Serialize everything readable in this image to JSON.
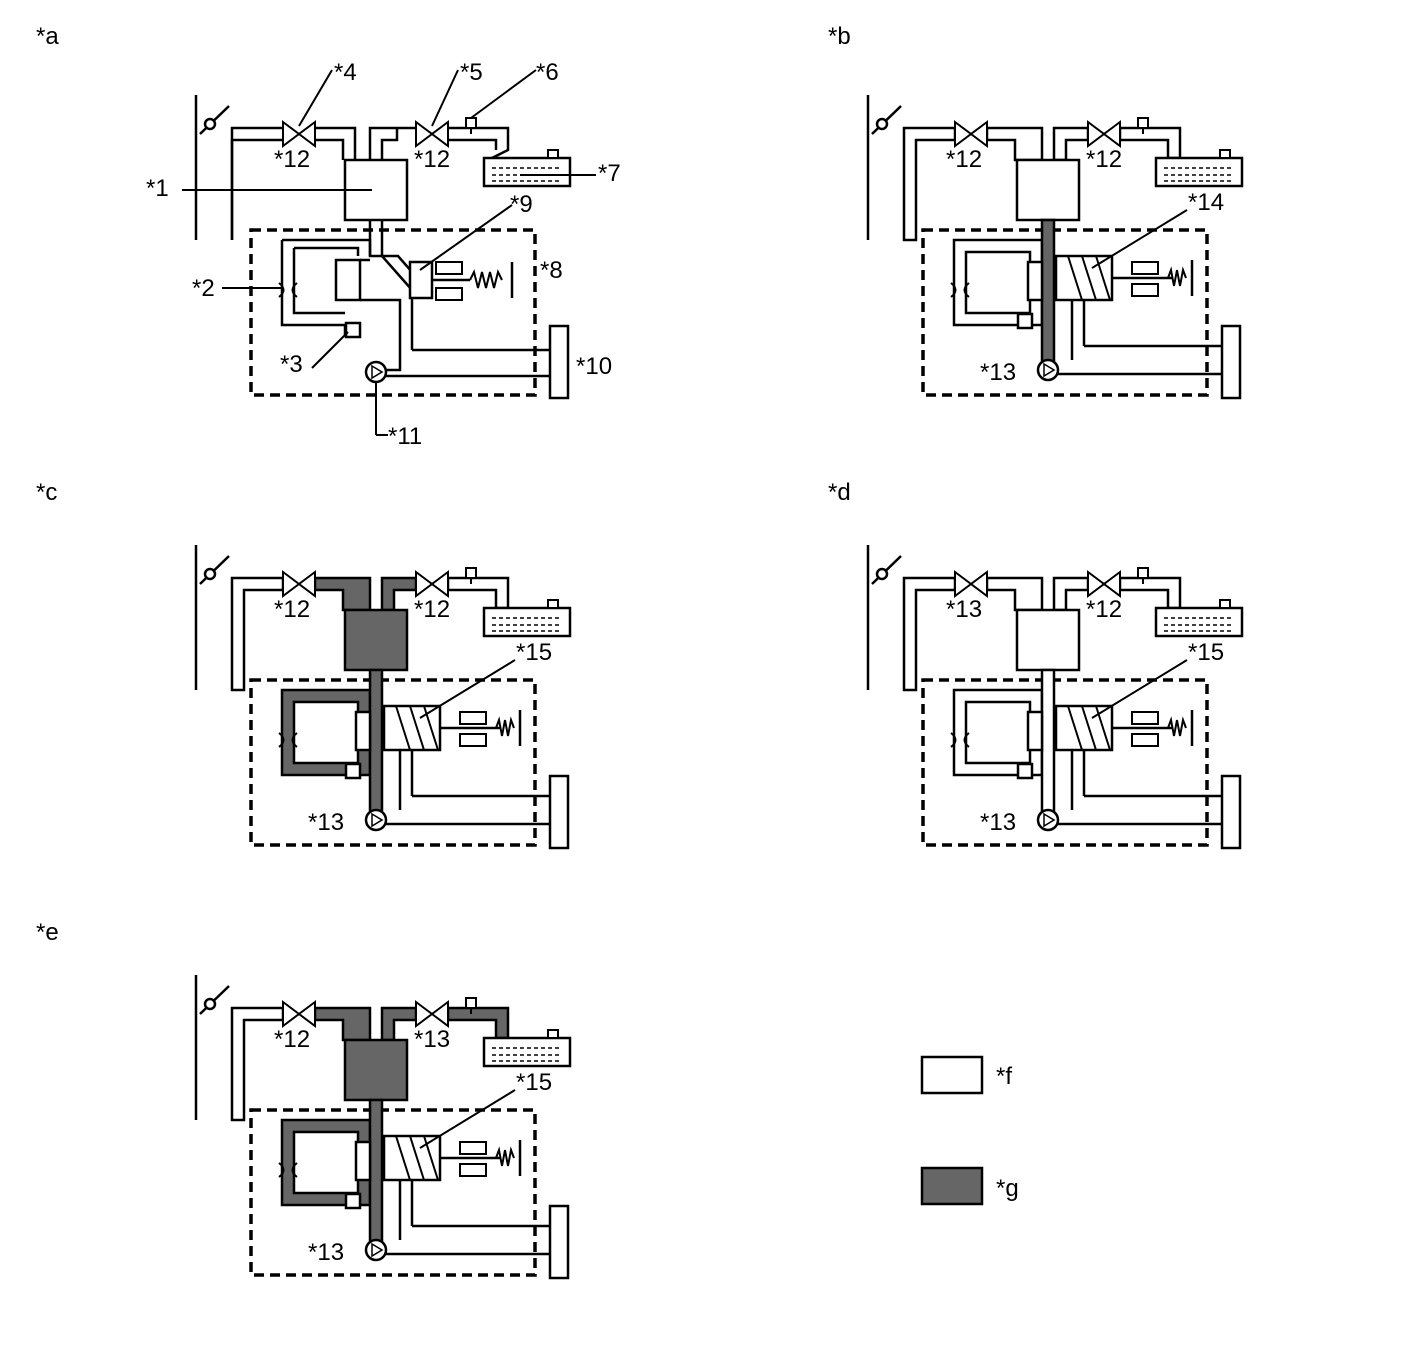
{
  "colors": {
    "empty": "#ffffff",
    "filled": "#666666",
    "line": "#000000"
  },
  "legend": [
    {
      "label": "*f",
      "fill": "empty"
    },
    {
      "label": "*g",
      "fill": "filled"
    }
  ],
  "panels": [
    {
      "id": "a",
      "label": "*a",
      "filled": [],
      "callouts": [
        {
          "text": "*4"
        },
        {
          "text": "*5"
        },
        {
          "text": "*6"
        },
        {
          "text": "*1"
        },
        {
          "text": "*7"
        },
        {
          "text": "*9"
        },
        {
          "text": "*8"
        },
        {
          "text": "*2"
        },
        {
          "text": "*3"
        },
        {
          "text": "*10"
        },
        {
          "text": "*11"
        }
      ],
      "tags": [
        {
          "text": "*12"
        },
        {
          "text": "*12"
        }
      ]
    },
    {
      "id": "b",
      "label": "*b",
      "filled": [
        "return"
      ],
      "callouts": [
        {
          "text": "*14"
        }
      ],
      "tags": [
        {
          "text": "*12"
        },
        {
          "text": "*12"
        },
        {
          "text": "*13"
        }
      ]
    },
    {
      "id": "c",
      "label": "*c",
      "filled": [
        "chamber",
        "loop",
        "return",
        "upper"
      ],
      "callouts": [
        {
          "text": "*15"
        }
      ],
      "tags": [
        {
          "text": "*12"
        },
        {
          "text": "*12"
        },
        {
          "text": "*13"
        }
      ]
    },
    {
      "id": "d",
      "label": "*d",
      "filled": [],
      "callouts": [
        {
          "text": "*15"
        }
      ],
      "tags": [
        {
          "text": "*13"
        },
        {
          "text": "*12"
        },
        {
          "text": "*13"
        }
      ]
    },
    {
      "id": "e",
      "label": "*e",
      "filled": [
        "chamber",
        "loop",
        "return",
        "upper",
        "reservoir"
      ],
      "callouts": [
        {
          "text": "*15"
        }
      ],
      "tags": [
        {
          "text": "*12"
        },
        {
          "text": "*13"
        },
        {
          "text": "*13"
        }
      ]
    }
  ]
}
